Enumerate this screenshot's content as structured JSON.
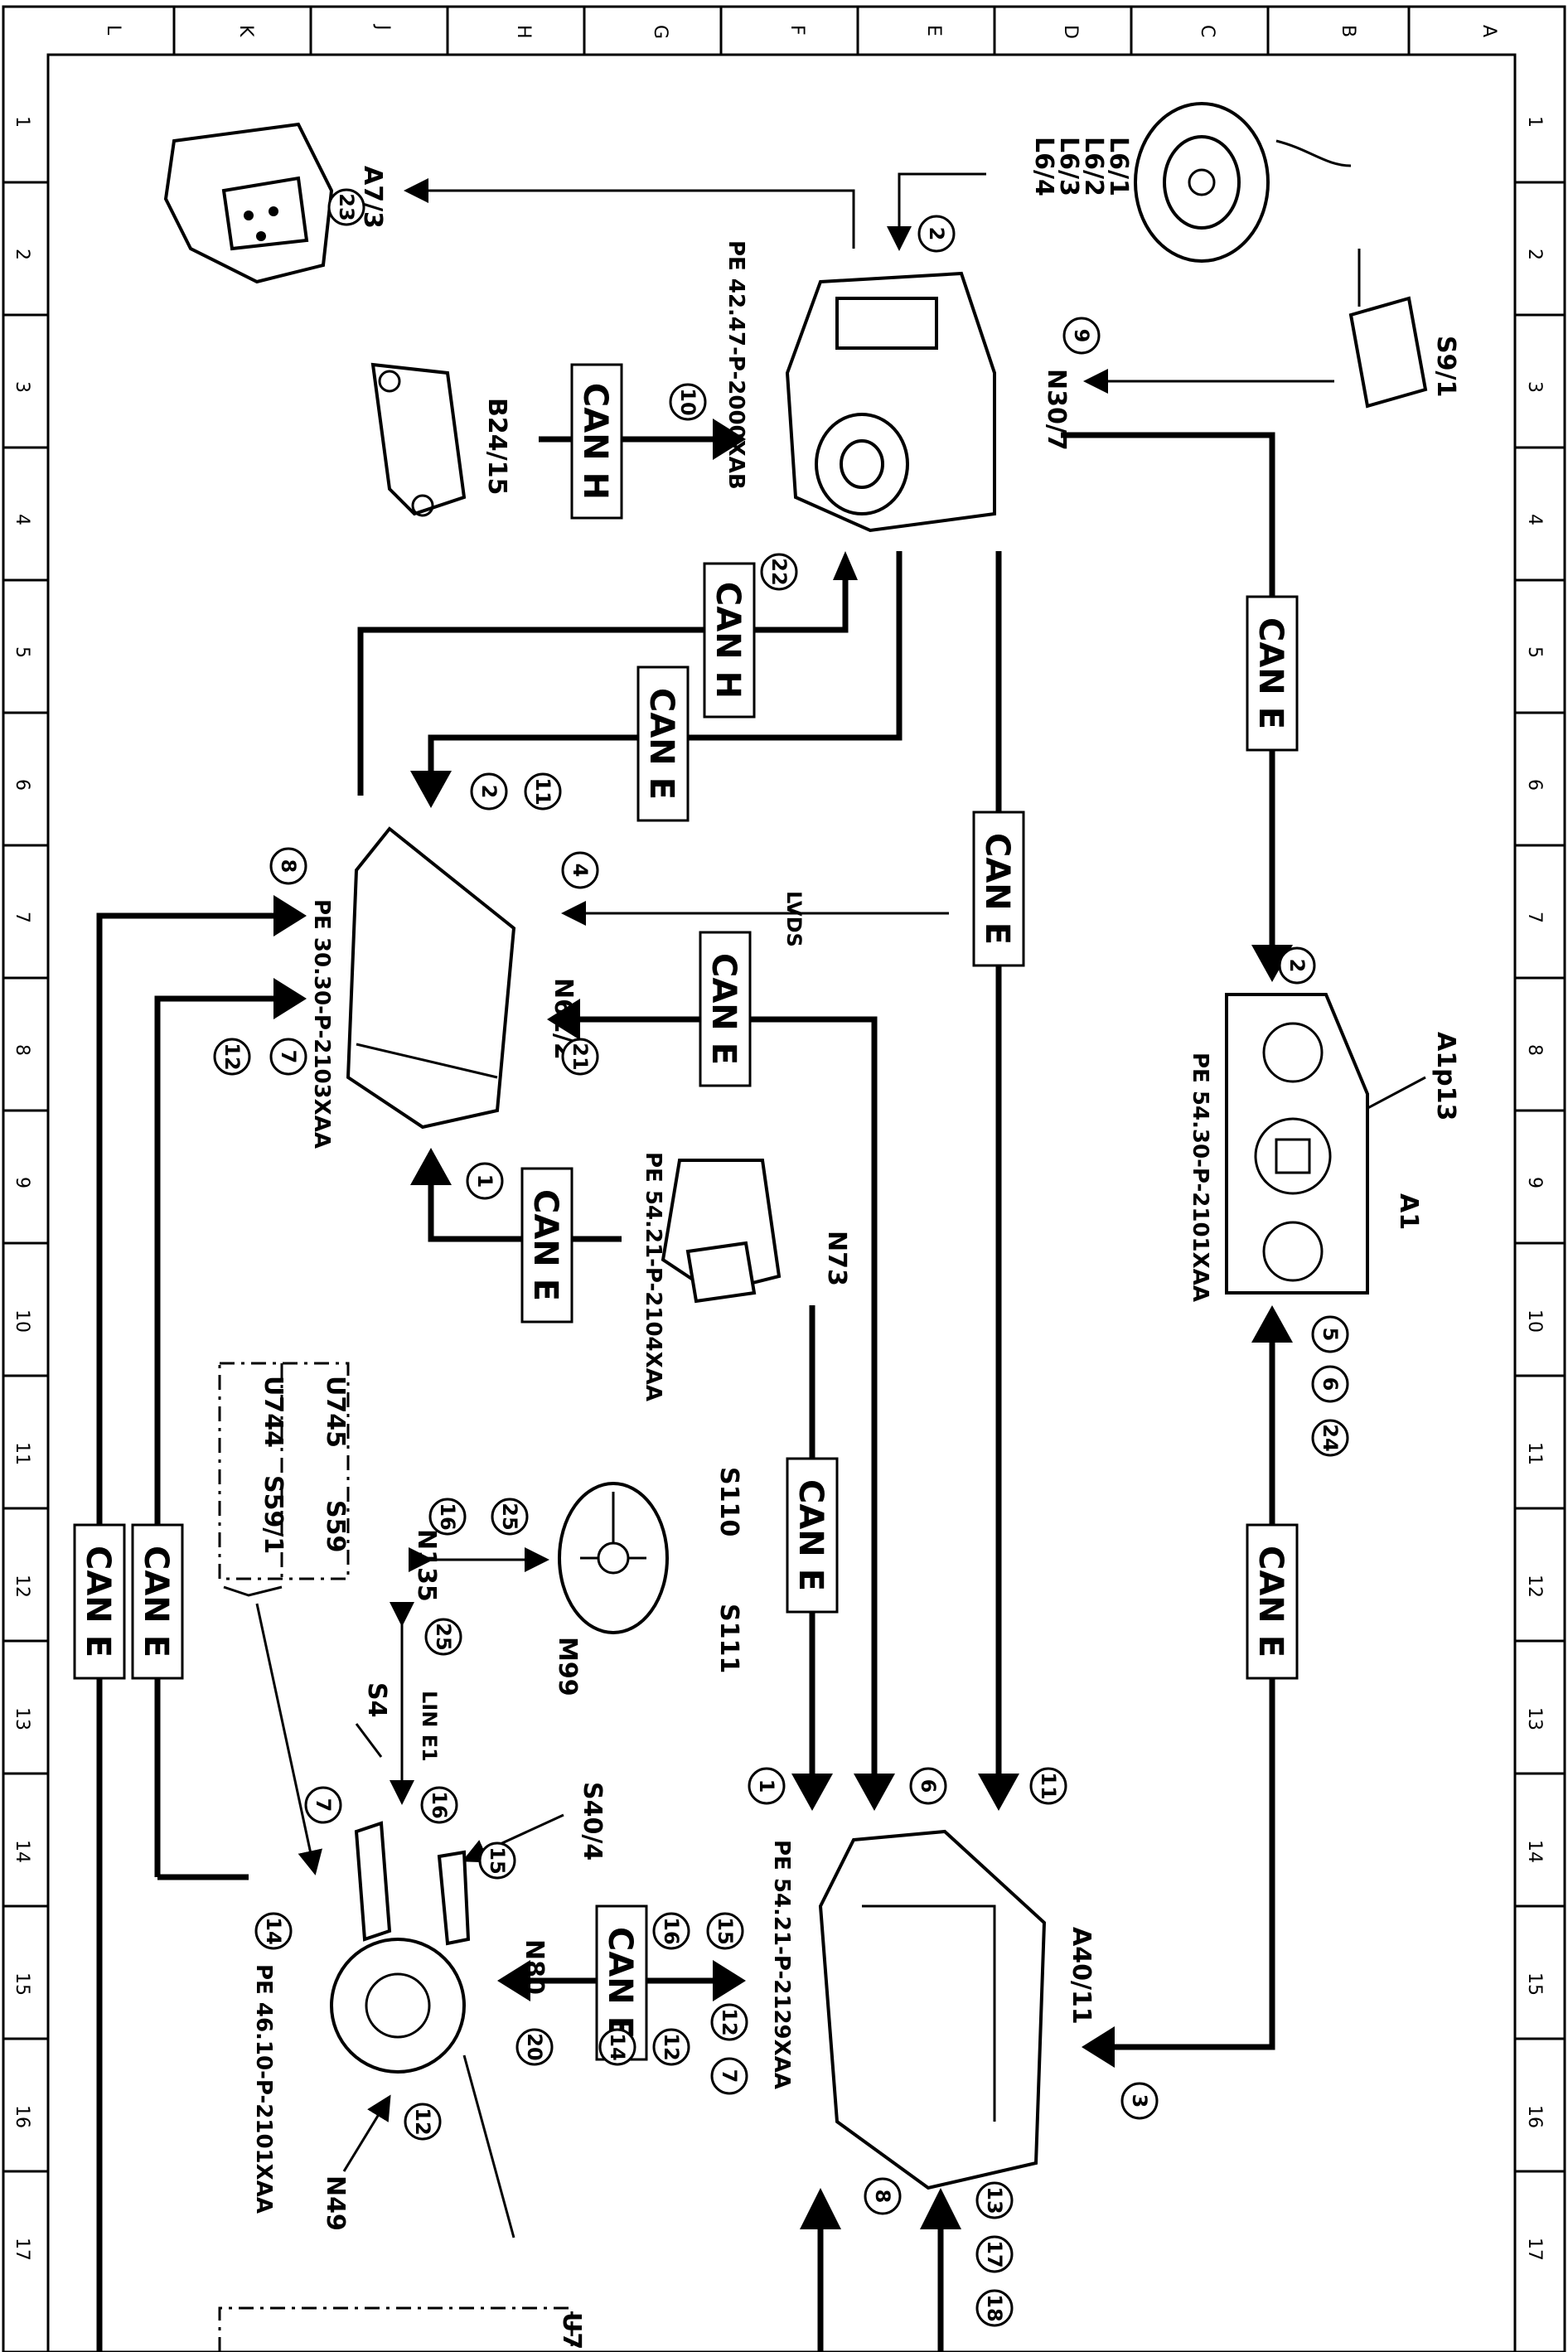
{
  "frame": {
    "row_labels": [
      "L",
      "K",
      "J",
      "H",
      "G",
      "F",
      "E",
      "D",
      "C",
      "B",
      "A"
    ],
    "col_numbers": [
      "1",
      "2",
      "3",
      "4",
      "5",
      "6",
      "7",
      "8",
      "9",
      "10",
      "11",
      "12",
      "13",
      "14",
      "15",
      "16",
      "17"
    ]
  },
  "components": {
    "a7_3": "A7/3",
    "l6": [
      "L6/1",
      "L6/2",
      "L6/3",
      "L6/4"
    ],
    "s9_1": "S9/1",
    "n30_7": "N30/7",
    "n30_7_ref": "PE 42.47-P-2000XAB",
    "b24_15": "B24/15",
    "n62_2": "N62/2",
    "n62_2_ref": "PE 30.30-P-2103XAA",
    "a1": "A1",
    "a1p13": "A1p13",
    "a1_ref": "PE 54.30-P-2101XAA",
    "n73": "N73",
    "n73_ref": "PE 54.21-P-2104XAA",
    "u745": "U745",
    "s59": "S59",
    "u744": "U744",
    "s59_1": "S59/1",
    "n135": "N135",
    "s110": "S110",
    "s111": "S111",
    "m99": "M99",
    "s4": "S4",
    "s40_4": "S40/4",
    "n80": "N80",
    "n49": "N49",
    "n49_ref": "PE 46.10-P-2101XAA",
    "a40_11": "A40/11",
    "a40_11_ref": "PE 54.21-P-2129XAA"
  },
  "buses": {
    "can_e": "CAN E",
    "can_h": "CAN H",
    "lvds": "LVDS",
    "lin_e1": "LIN E1"
  },
  "circles": {
    "c23": "23",
    "c2": "2",
    "c9": "9",
    "c10": "10",
    "c22": "22",
    "c11": "11",
    "c4": "4",
    "c8": "8",
    "c21": "21",
    "c7": "7",
    "c12": "12",
    "c1": "1",
    "c5": "5",
    "c6": "6",
    "c24": "24",
    "c16": "16",
    "c25": "25",
    "c15": "15",
    "c14": "14",
    "c20": "20",
    "c3": "3",
    "c13": "13",
    "c17": "17",
    "c18": "18"
  }
}
